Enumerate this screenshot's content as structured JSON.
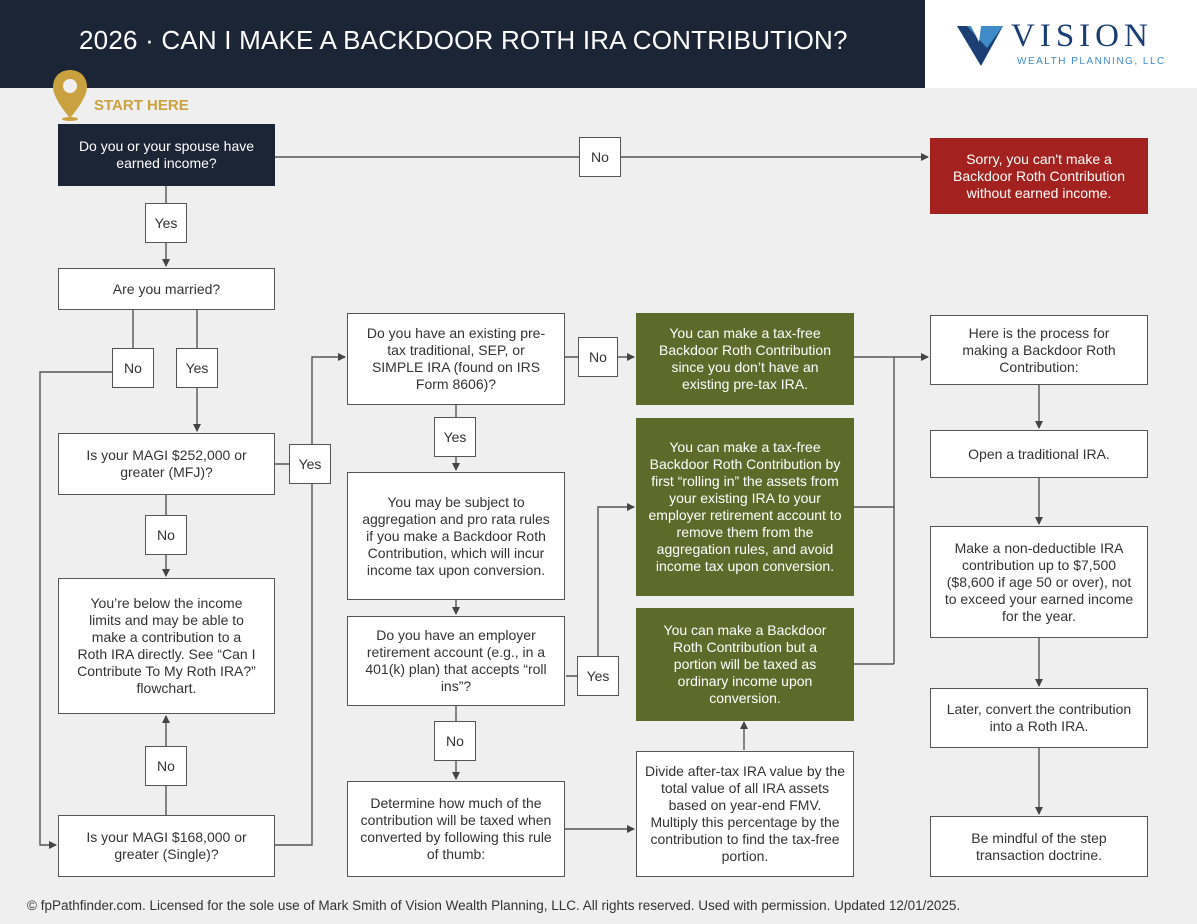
{
  "header": {
    "title": "2026 · CAN I MAKE A BACKDOOR ROTH IRA CONTRIBUTION?",
    "logo_word": "VISION",
    "logo_sub": "WEALTH PLANNING, LLC"
  },
  "start_label": "START HERE",
  "boxes": {
    "q_earned": "Do you or your spouse have earned income?",
    "sorry": "Sorry, you can't make a Backdoor Roth Contribution without earned income.",
    "q_married": "Are you married?",
    "q_magi_mfj": "Is your MAGI $252,000 or greater (MFJ)?",
    "below_limits": "You’re below the income limits and may be able to make a contribution to a Roth IRA directly. See “Can I Contribute To My Roth IRA?” flowchart.",
    "q_magi_single": "Is your MAGI $168,000 or greater (Single)?",
    "q_existing_ira": "Do you have an existing pre-tax traditional, SEP, or SIMPLE IRA (found on IRS Form 8606)?",
    "aggregation": "You may be subject to aggregation and pro rata rules if you make a Backdoor Roth Contribution, which will incur income tax upon conversion.",
    "q_employer": "Do you have an employer retirement account (e.g., in a 401(k) plan) that accepts “roll ins”?",
    "determine": "Determine how much of the contribution will be taxed when converted by following this rule of thumb:",
    "tax_free_no_ira": "You can make a tax-free Backdoor Roth Contribution since you don’t have an existing pre-tax IRA.",
    "tax_free_rollin": "You can make a tax-free Backdoor Roth Contribution by first “rolling in” the assets from your existing IRA to your employer retirement account to remove them from the aggregation rules, and avoid income tax upon conversion.",
    "portion_taxed": "You can make a Backdoor Roth Contribution but a portion will be taxed as ordinary income upon conversion.",
    "divide": "Divide after-tax IRA value by the total value of all IRA assets based on year-end FMV. Multiply this percentage by the contribution to find the tax-free portion.",
    "process": "Here is the process for making a Backdoor Roth Contribution:",
    "step_open": "Open a traditional IRA.",
    "step_contribute": "Make a non-deductible IRA contribution up to $7,500 ($8,600 if age 50 or over), not to exceed your earned income for the year.",
    "step_convert": "Later, convert the contribution into a Roth IRA.",
    "step_mindful": "Be mindful of the step transaction doctrine."
  },
  "labels": {
    "no": "No",
    "yes": "Yes"
  },
  "footer": "© fpPathfinder.com. Licensed for the sole use of Mark Smith of Vision Wealth Planning, LLC. All rights reserved. Used with permission. Updated 12/01/2025.",
  "colors": {
    "navy": "#1b2535",
    "green": "#5c6a2a",
    "red": "#a3211e",
    "gold": "#c9a13f"
  }
}
